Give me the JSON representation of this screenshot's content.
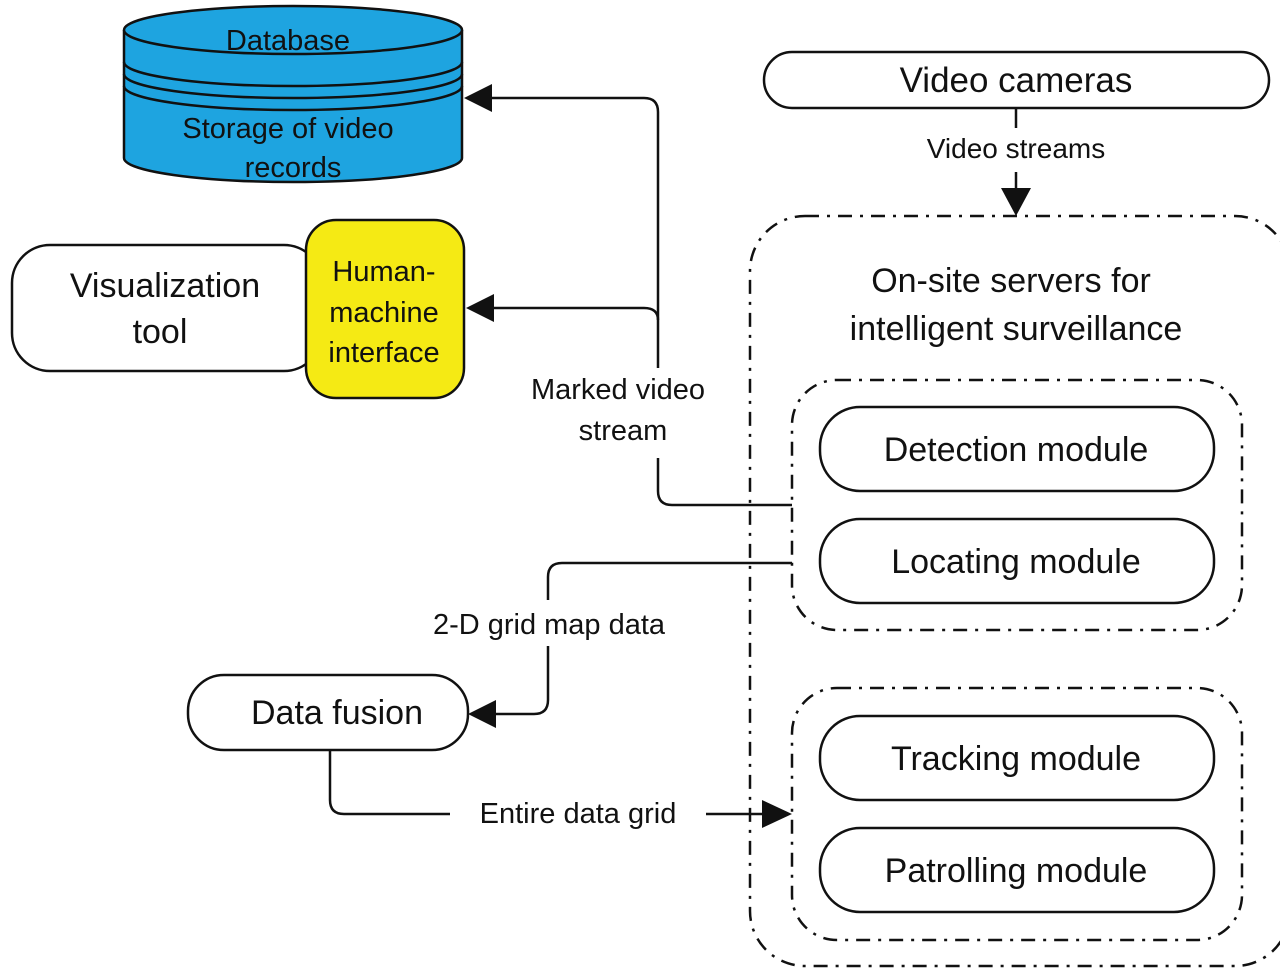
{
  "nodes": {
    "database": {
      "title": "Database",
      "line1": "Storage of video",
      "line2": "records"
    },
    "visualization_tool": {
      "line1": "Visualization",
      "line2": "tool"
    },
    "hmi": {
      "line1": "Human-",
      "line2": "machine",
      "line3": "interface"
    },
    "video_cameras": "Video cameras",
    "onsite_servers": {
      "line1": "On-site servers for",
      "line2": "intelligent surveillance"
    },
    "detection_module": "Detection module",
    "locating_module": "Locating module",
    "tracking_module": "Tracking module",
    "patrolling_module": "Patrolling module",
    "data_fusion": "Data fusion"
  },
  "edges": {
    "video_streams": "Video streams",
    "marked_video_stream": {
      "line1": "Marked video",
      "line2": "stream"
    },
    "grid_map_data": "2-D grid map data",
    "entire_data_grid": "Entire data grid"
  },
  "colors": {
    "database_fill": "#1EA4E0",
    "hmi_fill": "#F5EA14",
    "stroke": "#111111",
    "background": "#FFFFFF"
  }
}
